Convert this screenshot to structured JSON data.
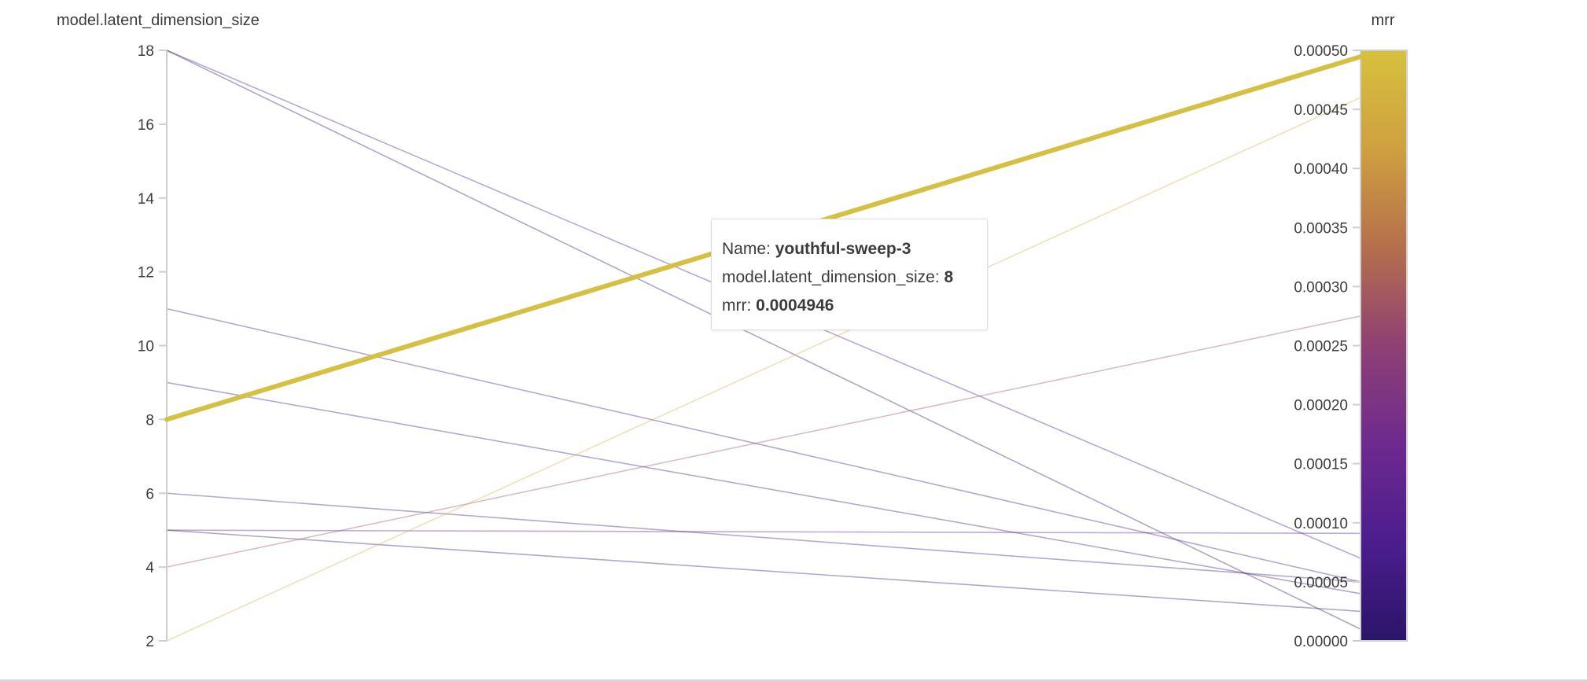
{
  "chart_data": {
    "type": "parallel_coordinates",
    "axes": [
      {
        "key": "latent",
        "label": "model.latent_dimension_size",
        "range": [
          2,
          18
        ],
        "ticks": [
          "2",
          "4",
          "6",
          "8",
          "10",
          "12",
          "14",
          "16",
          "18"
        ]
      },
      {
        "key": "mrr",
        "label": "mrr",
        "range": [
          0,
          0.0005
        ],
        "ticks": [
          "0.00000",
          "0.00005",
          "0.00010",
          "0.00015",
          "0.00020",
          "0.00025",
          "0.00030",
          "0.00035",
          "0.00040",
          "0.00045",
          "0.00050"
        ]
      }
    ],
    "runs": [
      {
        "latent": 18,
        "mrr": 7e-05
      },
      {
        "latent": 18,
        "mrr": 1e-05
      },
      {
        "latent": 11,
        "mrr": 5e-05
      },
      {
        "latent": 9,
        "mrr": 4e-05
      },
      {
        "latent": 6,
        "mrr": 5e-05
      },
      {
        "latent": 5,
        "mrr": 9.1e-05
      },
      {
        "latent": 5,
        "mrr": 2.5e-05
      },
      {
        "latent": 4,
        "mrr": 0.000275
      },
      {
        "latent": 2,
        "mrr": 0.00046
      },
      {
        "name": "youthful-sweep-3",
        "latent": 8,
        "mrr": 0.0004946,
        "highlighted": true
      }
    ],
    "colorscale": [
      "#2a1569",
      "#4c1d8e",
      "#6d2a8f",
      "#8f4074",
      "#b56f4c",
      "#cfa040",
      "#d6c13e"
    ]
  },
  "tooltip": {
    "name_label": "Name:",
    "name_value": "youthful-sweep-3",
    "dim_label": "model.latent_dimension_size:",
    "dim_value": "8",
    "mrr_label": "mrr:",
    "mrr_value": "0.0004946"
  }
}
